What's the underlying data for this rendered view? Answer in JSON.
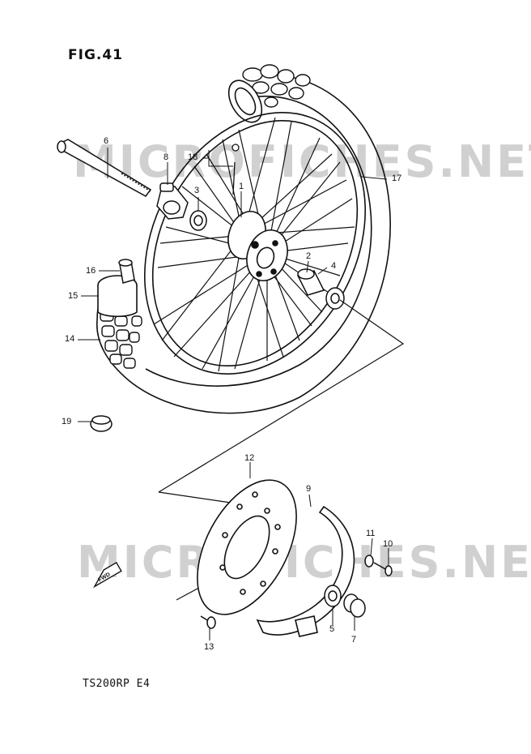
{
  "figure": {
    "title": "FIG.41",
    "model_code": "TS200RP E4"
  },
  "watermark": {
    "text": "MICROFICHES.NET",
    "color": "#d0d0d0"
  },
  "fwd_badge": "FWD",
  "callouts": {
    "p1": "1",
    "p2": "2",
    "p3": "3",
    "p4": "4",
    "p5": "5",
    "p6": "6",
    "p7": "7",
    "p8": "8",
    "p9": "9",
    "p10": "10",
    "p11": "11",
    "p12": "12",
    "p13": "13",
    "p14": "14",
    "p15": "15",
    "p16": "16",
    "p17": "17",
    "p18": "18",
    "p19": "19"
  }
}
